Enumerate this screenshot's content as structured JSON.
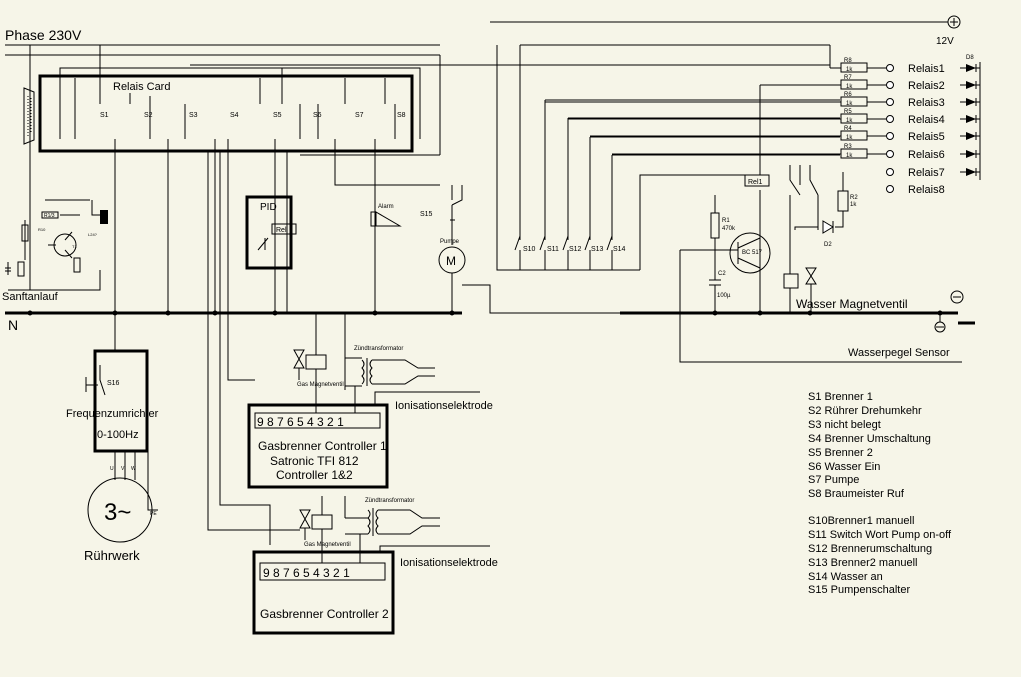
{
  "labels": {
    "phase": "Phase 230V",
    "v12": "12V",
    "n": "N",
    "relais_card": "Relais Card",
    "sanftanlauf": "Sanftanlauf",
    "freq_line1": "Frequenzumrichter",
    "freq_line2": "0-100Hz",
    "motor_symbol": "3~",
    "ruehrwerk": "Rührwerk",
    "pid": "PID",
    "rel": "Rel",
    "rel1": "Rel1",
    "alarm": "Alarm",
    "pumpe": "Pumpe",
    "wasser_magnetventil": "Wasser Magnetventil",
    "wasserpegel_sensor": "Wasserpegel Sensor",
    "gas_magnetventil_1": "Gas Magnetventil",
    "gas_magnetventil_2": "Gas Magnetventil",
    "zuend_1": "Zündtransformator",
    "zuend_2": "Zündtransformator",
    "ion_1": "Ionisationselektrode",
    "ion_2": "Ionisationselektrode",
    "terminals_1": "9 8 7 6 5 4 3 2 1",
    "terminals_2": "9 8 7 6 5 4 3 2 1",
    "c1_line1": "Gasbrenner Controller 1",
    "c1_line2": "Satronic TFI 812",
    "c1_line3": "Controller 1&2",
    "c2_line1": "Gasbrenner Controller 2",
    "r1": "R1",
    "r1_val": "470k",
    "c2": "C2",
    "c2_val": "100µ",
    "bc517": "BC 517",
    "r2": "R2",
    "r2_val": "1k",
    "d2": "D2",
    "d8": "D8",
    "motor_m": "M",
    "fu_u": "U",
    "fu_v": "V",
    "fu_w": "W",
    "fu_pe": "PE",
    "s16": "S16"
  },
  "card_switches": [
    "S1",
    "S2",
    "S3",
    "S4",
    "S5",
    "S6",
    "S7",
    "S8"
  ],
  "manual_switches": [
    "S10",
    "S11",
    "S12",
    "S13",
    "S14"
  ],
  "s15": "S15",
  "relay_outputs": [
    {
      "r": "R8",
      "v": "1k",
      "label": "Relais1"
    },
    {
      "r": "R7",
      "v": "1k",
      "label": "Relais2"
    },
    {
      "r": "R6",
      "v": "1k",
      "label": "Relais3"
    },
    {
      "r": "R5",
      "v": "1k",
      "label": "Relais4"
    },
    {
      "r": "R4",
      "v": "1k",
      "label": "Relais5"
    },
    {
      "r": "R3",
      "v": "1k",
      "label": "Relais6"
    }
  ],
  "relais7": "Relais7",
  "relais8": "Relais8",
  "legend_a": [
    "S1 Brenner 1",
    "S2 Rührer Drehumkehr",
    "S3 nicht belegt",
    "S4 Brenner Umschaltung",
    "S5 Brenner 2",
    "S6 Wasser Ein",
    "S7 Pumpe",
    "S8 Braumeister Ruf"
  ],
  "legend_b": [
    "S10Brenner1 manuell",
    "S11 Switch Wort Pump on-off",
    "S12 Brennerumschaltung",
    "S13 Brenner2 manuell",
    "S14 Wasser an",
    "S15 Pumpenschalter"
  ],
  "colors": {
    "background": "#f6f5e8",
    "ink": "#000000"
  }
}
